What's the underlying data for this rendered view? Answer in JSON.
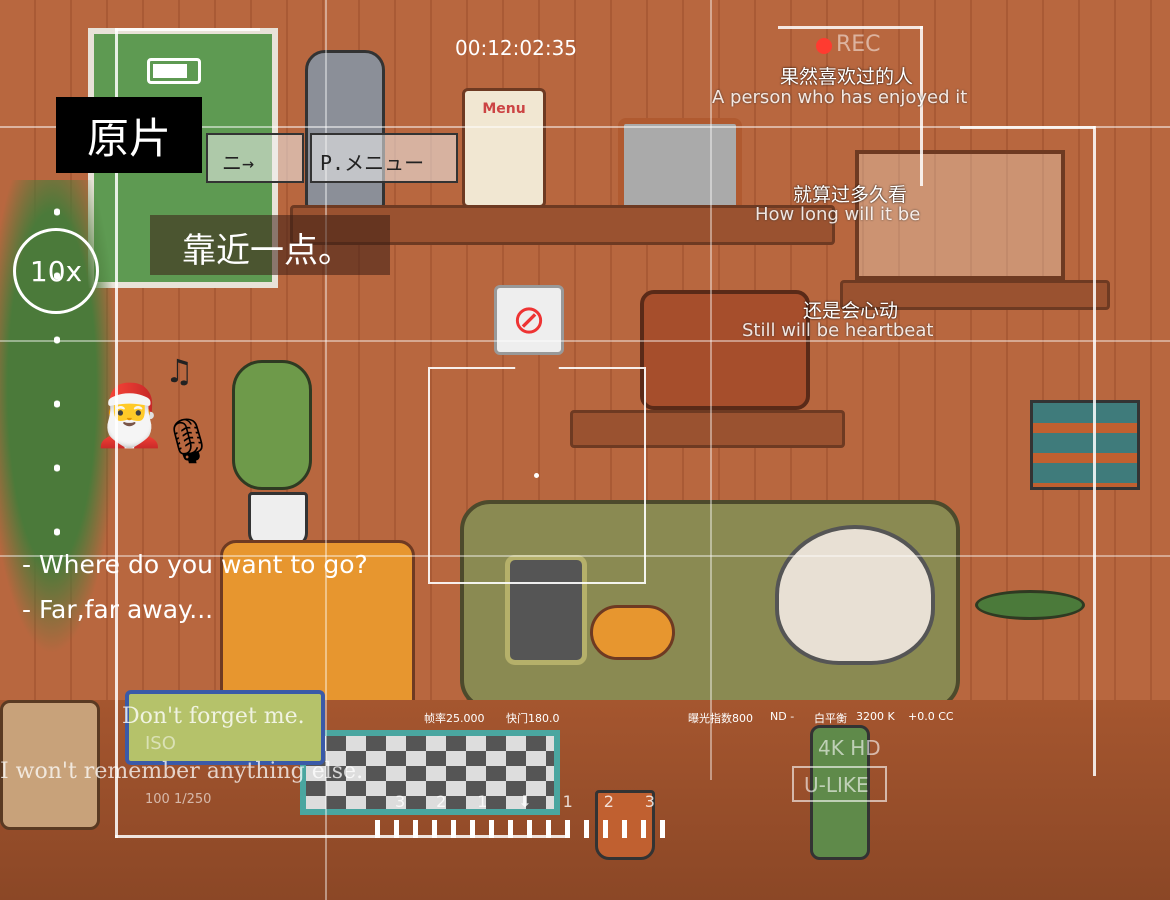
{
  "overlay": {
    "label_original": "原片",
    "zoom": "10x",
    "timecode": "00:12:02:35",
    "rec": "REC",
    "caption_top": "靠近一点。",
    "button_left": "ニ→",
    "button_right": "P.メニュー",
    "menu_sign": "Menu"
  },
  "subtitles": [
    {
      "cn": "果然喜欢过的人",
      "en": "A person who has enjoyed it"
    },
    {
      "cn": "就算过多久看",
      "en": "How long will it be"
    },
    {
      "cn": "还是会心动",
      "en": "Still will be heartbeat"
    }
  ],
  "dialog": [
    "- Where do you want to go?",
    "- Far,far away..."
  ],
  "serif_lines": [
    "Don't forget me.",
    "I won't remember anything else."
  ],
  "camera": {
    "fps": "帧率25.000",
    "shutter": "快门180.0",
    "exposure": "曝光指数800",
    "nd": "ND -",
    "wb": "白平衡",
    "kelvin": "3200 K",
    "cc": "+0.0 CC",
    "iso_label": "ISO",
    "iso_values": "100 1/250",
    "format": "4K HD",
    "brand": "U-LIKE",
    "scale": [
      "3",
      "2",
      "1",
      "1",
      "2",
      "3"
    ]
  },
  "colors": {
    "rec": "#ff3b30",
    "wall": "#b8673f"
  }
}
